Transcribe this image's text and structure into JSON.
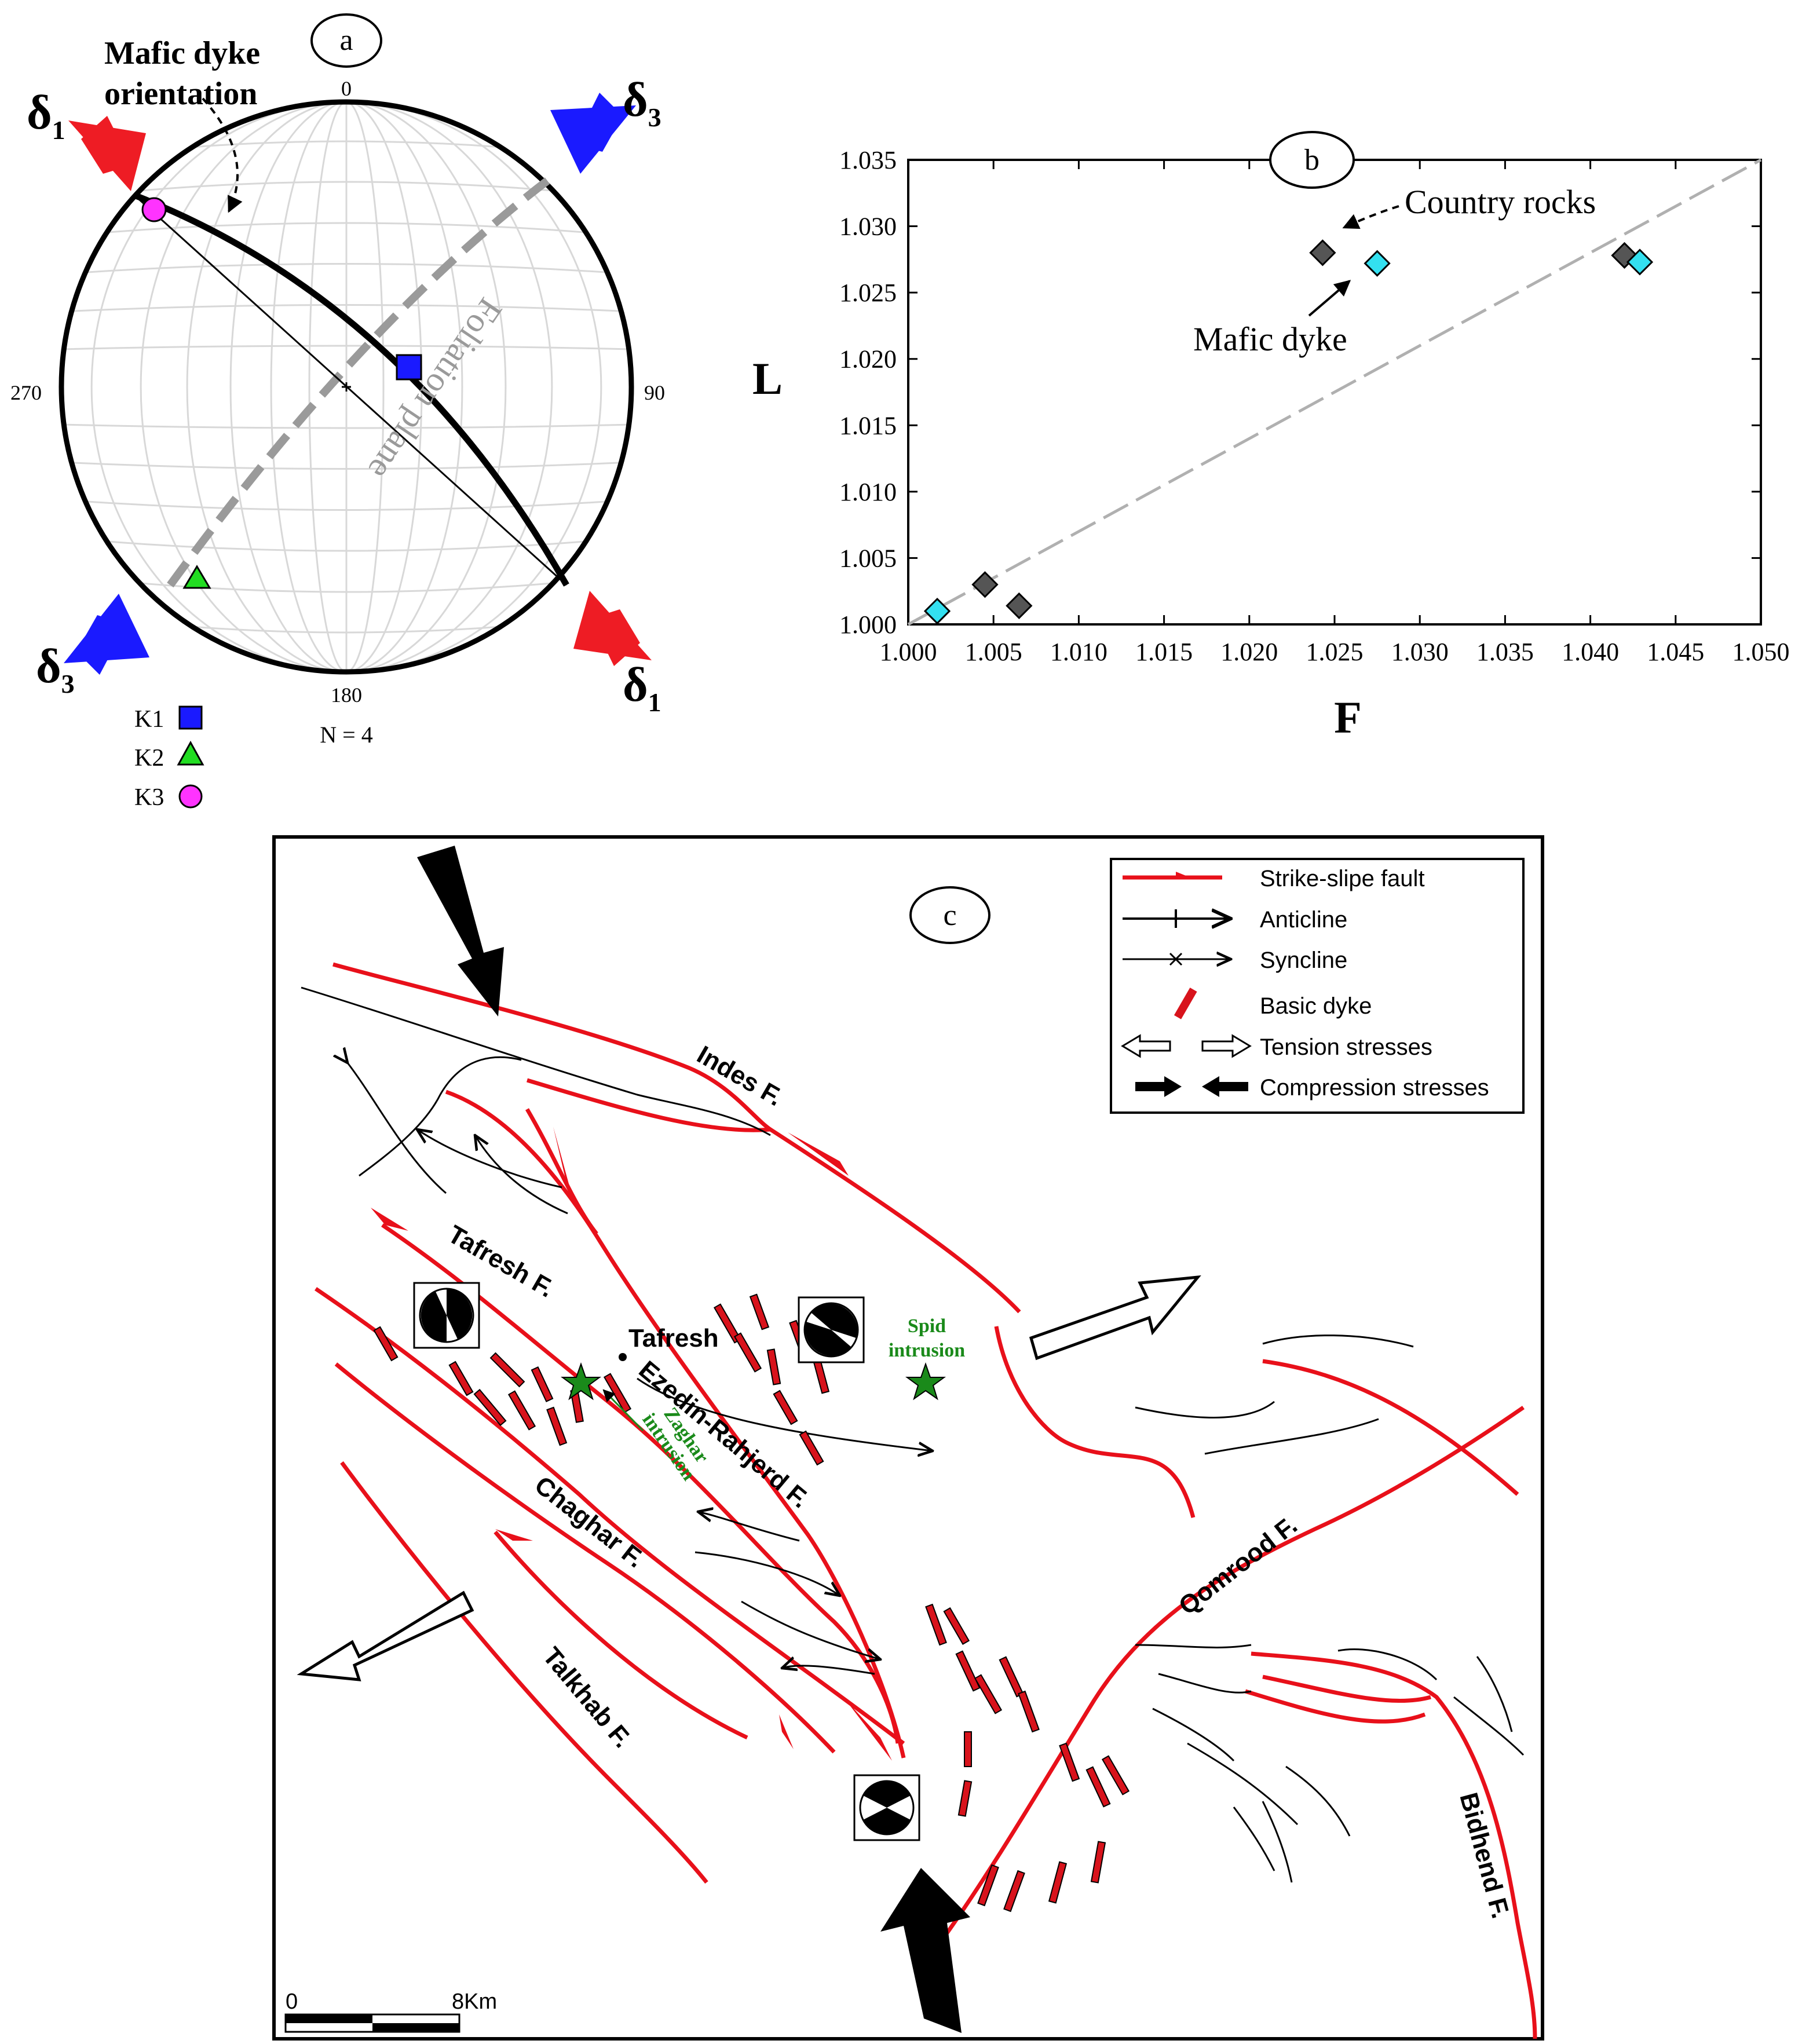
{
  "panel_a": {
    "label": "a",
    "north": "0",
    "east": "90",
    "south": "180",
    "west": "270",
    "sample_count": "N = 4",
    "dyke_label_1": "Mafic dyke",
    "dyke_label_2": "orientation",
    "foliation_label": "Foliation plane",
    "sigma1": "δ",
    "sigma1_sub": "1",
    "sigma3": "δ",
    "sigma3_sub": "3",
    "legend": [
      {
        "label": "K1",
        "symbol": "square",
        "color": "#1a1aff"
      },
      {
        "label": "K2",
        "symbol": "triangle",
        "color": "#22dd22"
      },
      {
        "label": "K3",
        "symbol": "circle",
        "color": "#ff33ff"
      }
    ]
  },
  "panel_b": {
    "label": "b",
    "xlabel": "F",
    "ylabel": "L",
    "annotation_country": "Country rocks",
    "annotation_dyke": "Mafic dyke"
  },
  "chart_data": {
    "type": "scatter",
    "xlabel": "F",
    "ylabel": "L",
    "xlim": [
      1.0,
      1.05
    ],
    "ylim": [
      1.0,
      1.035
    ],
    "x_ticks": [
      "1.000",
      "1.005",
      "1.010",
      "1.015",
      "1.020",
      "1.025",
      "1.030",
      "1.035",
      "1.040",
      "1.045",
      "1.050"
    ],
    "y_ticks": [
      "1.000",
      "1.005",
      "1.010",
      "1.015",
      "1.020",
      "1.025",
      "1.030",
      "1.035"
    ],
    "grid": false,
    "reference_line": {
      "from": [
        1.0,
        1.0
      ],
      "to": [
        1.05,
        1.035
      ],
      "style": "dashed"
    },
    "series": [
      {
        "name": "Country rocks",
        "color": "#555555",
        "marker": "diamond",
        "points": [
          [
            1.0045,
            1.003
          ],
          [
            1.0065,
            1.0014
          ],
          [
            1.0243,
            1.028
          ],
          [
            1.042,
            1.0278
          ]
        ]
      },
      {
        "name": "Mafic dyke",
        "color": "#33e0f0",
        "marker": "diamond",
        "points": [
          [
            1.0017,
            1.001
          ],
          [
            1.0275,
            1.0272
          ],
          [
            1.0429,
            1.0273
          ]
        ]
      }
    ]
  },
  "panel_c": {
    "label": "c",
    "legend": [
      {
        "label": "Strike-slipe fault",
        "symbol": "fault"
      },
      {
        "label": "Anticline",
        "symbol": "anticline"
      },
      {
        "label": "Syncline",
        "symbol": "syncline"
      },
      {
        "label": "Basic dyke",
        "symbol": "dyke"
      },
      {
        "label": "Tension stresses",
        "symbol": "tension"
      },
      {
        "label": "Compression stresses",
        "symbol": "compression"
      }
    ],
    "faults": {
      "indes": "Indes F.",
      "tafresh": "Tafresh F.",
      "ezedin": "Ezedin-Rahjerd F.",
      "chaghar": "Chaghar F.",
      "talkhab": "Talkhab F.",
      "qomrood": "Qomrood F.",
      "bidhend": "Bidhend F."
    },
    "town": "Tafresh",
    "spid_1": "Spid",
    "spid_2": "intrusion",
    "zaghar_1": "Zaghar",
    "zaghar_2": "intrusion",
    "scale_start": "0",
    "scale_end": "8Km"
  }
}
